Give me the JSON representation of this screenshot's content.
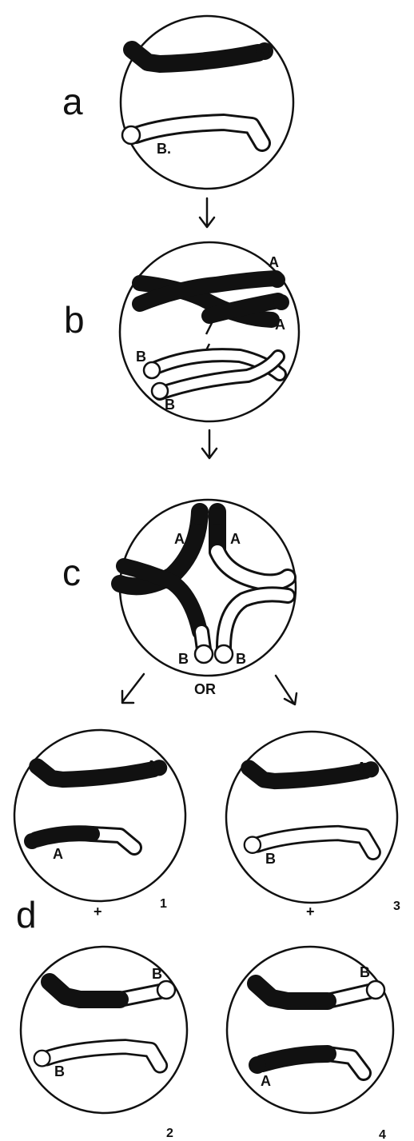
{
  "stages": {
    "a": "a",
    "b": "b",
    "c": "c",
    "d": "d"
  },
  "labels": {
    "A": "A",
    "B": "B",
    "B_dot": "B.",
    "or": "OR",
    "plus": "+"
  },
  "numbers": {
    "one": "1",
    "two": "2",
    "three": "3",
    "four": "4"
  },
  "colors": {
    "ink": "#111111",
    "paper": "#ffffff"
  }
}
